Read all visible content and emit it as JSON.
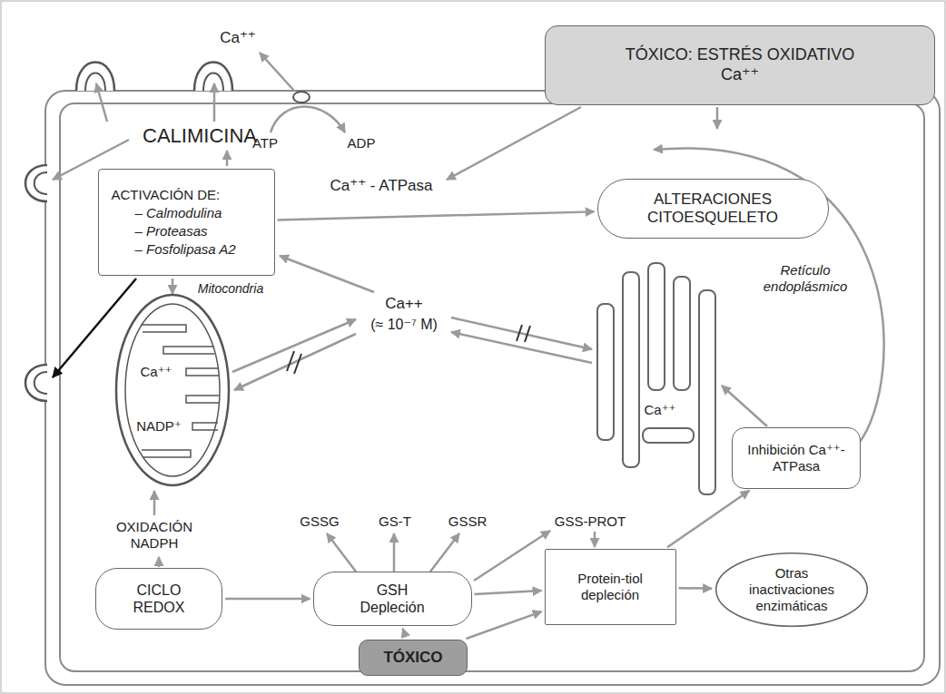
{
  "diagram": {
    "nodes": [
      {
        "text": [
          "TÓXICO: ESTRÉS OXIDATIVO",
          "Ca⁺⁺"
        ]
      },
      {
        "text": [
          "ACTIVACIÓN DE:",
          "– Calmodulina",
          "– Proteasas",
          "– Fosfolipasa A2"
        ]
      },
      {
        "text": [
          "ALTERACIONES CITOESQUELETO"
        ]
      },
      {
        "text": [
          "Inhibición Ca⁺⁺-ATPasa"
        ]
      },
      {
        "text": [
          "CICLO REDOX"
        ]
      },
      {
        "text": [
          "GSH Depleción"
        ]
      },
      {
        "text": [
          "Protein-tiol depleción"
        ]
      },
      {
        "text": [
          "Otras inactivaciones enzimáticas"
        ]
      },
      {
        "text": [
          "TÓXICO"
        ]
      }
    ],
    "edges": [
      {
        "from": 1,
        "to": 2,
        "arrow": "to"
      },
      {
        "from": 4,
        "to": 5,
        "arrow": "to"
      },
      {
        "from": 8,
        "to": 5,
        "arrow": "to"
      },
      {
        "from": 8,
        "to": 6,
        "arrow": "to"
      },
      {
        "from": 5,
        "to": 6,
        "arrow": "to"
      },
      {
        "from": 6,
        "to": 7,
        "arrow": "to"
      },
      {
        "from": 6,
        "to": 3,
        "arrow": "to"
      }
    ],
    "labels": [
      "CALIMICINA",
      "Ca⁺⁺",
      "ATP",
      "ADP",
      "Ca⁺⁺ - ATPasa",
      "Mitocondria",
      "Ca⁺⁺",
      "NADP⁺",
      "Ca++",
      "(≈ 10⁻⁷ M)",
      "Retículo endoplásmico",
      "Ca⁺⁺",
      "OXIDACIÓN NADPH",
      "GSSG",
      "GS-T",
      "GSSR",
      "GSS-PROT"
    ]
  }
}
